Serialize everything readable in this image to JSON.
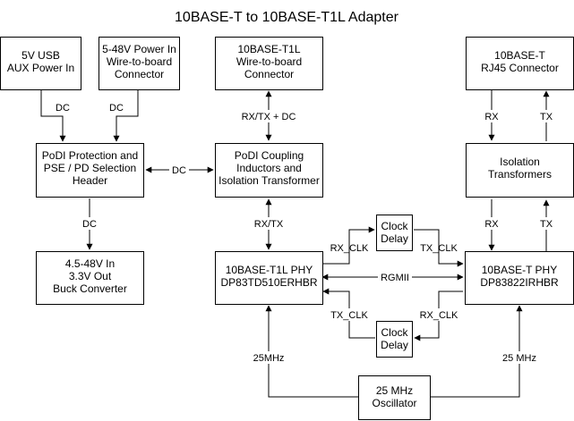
{
  "title": "10BASE-T to 10BASE-T1L Adapter",
  "blocks": {
    "usb_power": [
      "5V USB",
      "AUX Power In"
    ],
    "w2b_power": [
      "5-48V Power In",
      "Wire-to-board",
      "Connector"
    ],
    "t1l_connector": [
      "10BASE-T1L",
      "Wire-to-board",
      "Connector"
    ],
    "rj45_connector": [
      "10BASE-T",
      "RJ45 Connector"
    ],
    "podi_protection": [
      "PoDI Protection and",
      "PSE / PD Selection",
      "Header"
    ],
    "podi_coupling": [
      "PoDI Coupling",
      "Inductors and",
      "Isolation Transformer"
    ],
    "isolation": [
      "Isolation",
      "Transformers"
    ],
    "buck": [
      "4.5-48V In",
      "3.3V Out",
      "Buck Converter"
    ],
    "t1l_phy": [
      "10BASE-T1L PHY",
      "DP83TD510ERHBR"
    ],
    "t_phy": [
      "10BASE-T PHY",
      "DP83822IRHBR"
    ],
    "clock_delay_top": [
      "Clock",
      "Delay"
    ],
    "clock_delay_bottom": [
      "Clock",
      "Delay"
    ],
    "oscillator": [
      "25 MHz",
      "Oscillator"
    ]
  },
  "labels": {
    "dc_usb": "DC",
    "dc_w2b": "DC",
    "dc_link": "DC",
    "dc_buck": "DC",
    "rxtx_dc": "RX/TX + DC",
    "rxtx": "RX/TX",
    "rj45_rx": "RX",
    "rj45_tx": "TX",
    "phy_rx": "RX",
    "phy_tx": "TX",
    "rgmii": "RGMII",
    "rx_clk_top": "RX_CLK",
    "tx_clk_top": "TX_CLK",
    "tx_clk_bottom": "TX_CLK",
    "rx_clk_bottom": "RX_CLK",
    "osc_left": "25MHz",
    "osc_right": "25 MHz"
  }
}
